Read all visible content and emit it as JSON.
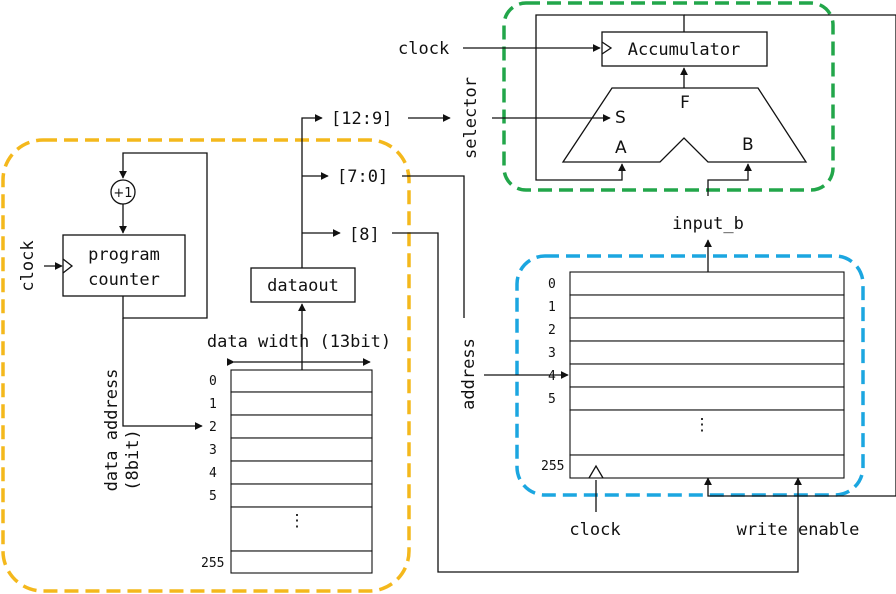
{
  "regions": {
    "accumulator_color": "#22a64a",
    "controller_color": "#f4b81c",
    "data_memory_color": "#1ba6e0"
  },
  "accumulator": {
    "label": "Accumulator",
    "clock_label": "clock"
  },
  "alu": {
    "input_a": "A",
    "input_b": "B",
    "select": "S",
    "output": "F",
    "selector_label": "selector"
  },
  "instruction_fields": {
    "op": "[12:9]",
    "operand": "[7:0]",
    "write_bit": "[8]"
  },
  "program_counter": {
    "line1": "program",
    "line2": "counter",
    "clock_label": "clock",
    "increment": "+1"
  },
  "dataout": {
    "label": "dataout"
  },
  "program_memory": {
    "width_label": "data width (13bit)",
    "address_label_line1": "data address",
    "address_label_line2": "(8bit)",
    "rows": [
      "0",
      "1",
      "2",
      "3",
      "4",
      "5",
      "⋮",
      "255"
    ]
  },
  "data_memory": {
    "input_b_label": "input_b",
    "address_label": "address",
    "clock_label": "clock",
    "write_enable_label": "write enable",
    "rows": [
      "0",
      "1",
      "2",
      "3",
      "4",
      "5",
      "⋮",
      "255"
    ]
  }
}
